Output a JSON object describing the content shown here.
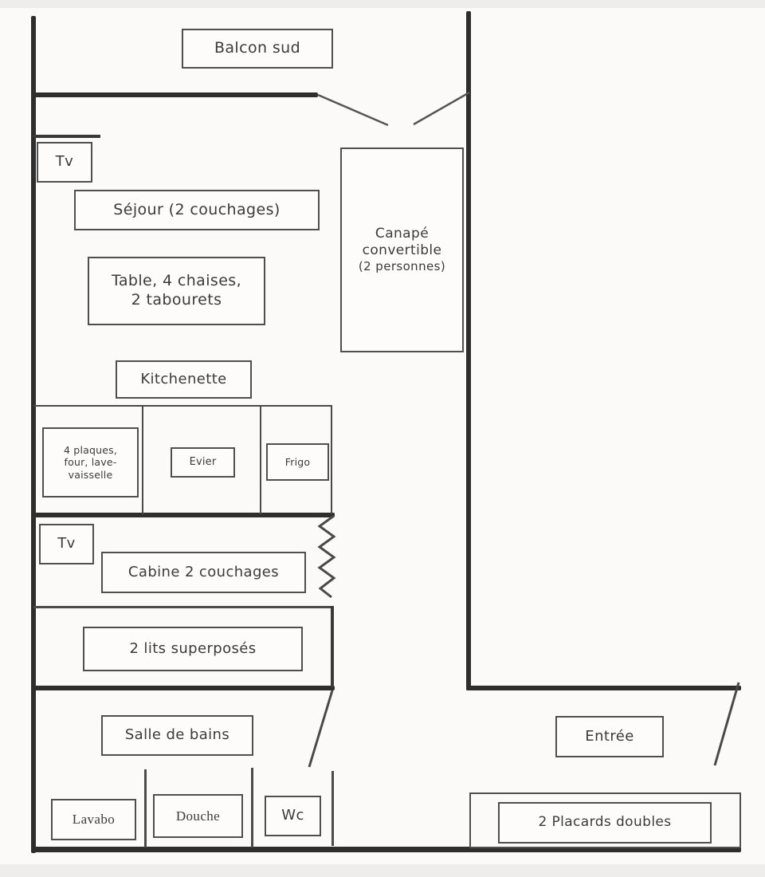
{
  "colors": {
    "background": "#fbfaf8",
    "wall": "#2e2e2e",
    "thin_line": "#4a4a4a",
    "box_border": "#4f4f4f",
    "text": "#3b3b3b"
  },
  "labels": {
    "balcon_sud": "Balcon sud",
    "tv_sejour": "Tv",
    "sejour": "Séjour (2 couchages)",
    "canape_line1": "Canapé",
    "canape_line2": "convertible",
    "canape_line3": "(2 personnes)",
    "table_line1": "Table, 4 chaises,",
    "table_line2": "2 tabourets",
    "kitchenette": "Kitchenette",
    "plaques_line1": "4 plaques,",
    "plaques_line2": "four, lave-",
    "plaques_line3": "vaisselle",
    "evier": "Evier",
    "frigo": "Frigo",
    "tv_cabine": "Tv",
    "cabine": "Cabine 2 couchages",
    "lits": "2 lits superposés",
    "salle_de_bains": "Salle de bains",
    "lavabo": "Lavabo",
    "douche": "Douche",
    "wc": "Wc",
    "entree": "Entrée",
    "placards": "2 Placards doubles"
  }
}
